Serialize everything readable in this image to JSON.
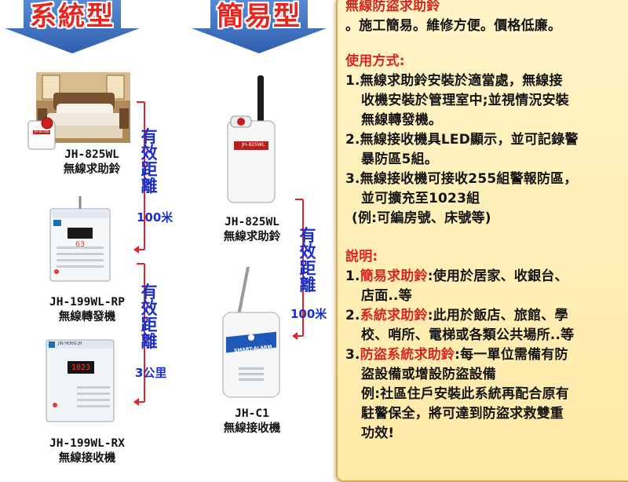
{
  "headers": {
    "system": "系統型",
    "simple": "簡易型"
  },
  "system": {
    "device1": {
      "model": "JH-825WL",
      "name": "無線求助鈴",
      "label": "JH-825WL"
    },
    "device2": {
      "model": "JH-199WL-RP",
      "name": "無線轉發機",
      "display": "63"
    },
    "device3": {
      "model": "JH-199WL-RX",
      "name": "無線接收機",
      "display": "1023",
      "label": "JIN HONG JH"
    },
    "range1": {
      "chars": [
        "有",
        "效",
        "距",
        "離"
      ],
      "distance": "100米"
    },
    "range2": {
      "chars": [
        "有",
        "效",
        "距",
        "離"
      ],
      "distance": "3公里"
    }
  },
  "simple": {
    "device1": {
      "model": "JH-825WL",
      "name": "無線求助鈴",
      "label": "JH-825WL"
    },
    "device2": {
      "model": "JH-C1",
      "name": "無線接收機",
      "label": "SMART-ALARM"
    },
    "range": {
      "chars": [
        "有",
        "效",
        "距",
        "離"
      ],
      "distance": "100米"
    }
  },
  "panel": {
    "title": "無線防盜求助鈴",
    "intro": "。施工簡易。維修方便。價格低廉。",
    "usage_heading": "使用方式:",
    "usage": [
      [
        "1.無線求助鈴安裝於適當處，無線接",
        "收機安裝於管理室中;並視情況安裝",
        "無線轉發機。"
      ],
      [
        "2.無線接收機具LED顯示，並可記錄警",
        "暴防區5組。"
      ],
      [
        "3.無線接收機可接收255組警報防區，",
        "並可擴充至1023組"
      ]
    ],
    "usage_example": "(例:可編房號、床號等)",
    "notes_heading": "說明:",
    "notes": [
      {
        "num": "1.",
        "term": "簡易求助鈴",
        "text": ":使用於居家、收銀台、",
        "cont": "店面..等"
      },
      {
        "num": "2.",
        "term": "系統求助鈴",
        "text": ":此用於飯店、旅館、學",
        "cont": "校、哨所、電梯或各類公共場所..等"
      },
      {
        "num": "3.",
        "term": "防盜系統求助鈴",
        "text": ":每一單位需備有防",
        "cont": "盜設備或增設防盜設備"
      }
    ],
    "example_lines": [
      "例:社區住戶安裝此系統再配合原有",
      "駐警保全，將可達到防盜求救雙重",
      "功效!"
    ]
  },
  "colors": {
    "header_arrow": "#3f72c2",
    "header_text": "#e8261f",
    "range_bracket": "#e0242a",
    "range_text": "#1b2fc8",
    "panel_bg": "#fff1c0",
    "panel_border": "#e3a44e",
    "accent_red": "#d6261f"
  }
}
